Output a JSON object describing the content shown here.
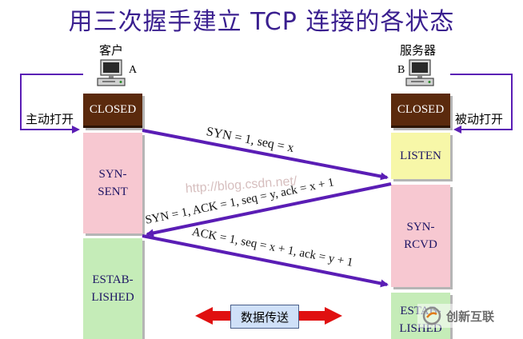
{
  "title": "用三次握手建立 TCP 连接的各状态",
  "client": {
    "label": "客户",
    "letter": "A",
    "side_label": "主动打开"
  },
  "server": {
    "label": "服务器",
    "letter": "B",
    "side_label": "被动打开"
  },
  "states": {
    "client_closed": "CLOSED",
    "syn_sent": [
      "SYN-",
      "SENT"
    ],
    "client_established": [
      "ESTAB-",
      "LISHED"
    ],
    "server_closed": "CLOSED",
    "listen": "LISTEN",
    "syn_rcvd": [
      "SYN-",
      "RCVD"
    ],
    "server_established": [
      "ESTAB-",
      "LISHED"
    ]
  },
  "messages": {
    "syn": "SYN = 1, seq = x",
    "syn_ack": "SYN = 1, ACK = 1, seq = y, ack = x + 1",
    "ack": "ACK = 1, seq = x + 1, ack = y + 1"
  },
  "data_transfer": "数据传送",
  "watermark": "http://blog.csdn.net/",
  "logo": {
    "text": "创新互联"
  },
  "colors": {
    "title": "#3a1f8f",
    "arrow": "#5a1db5",
    "closed": "#5b2a0d",
    "pink": "#f7c8d1",
    "yellow": "#f7f7a8",
    "green": "#c5ecb8",
    "data_arrow": "#e01010"
  }
}
